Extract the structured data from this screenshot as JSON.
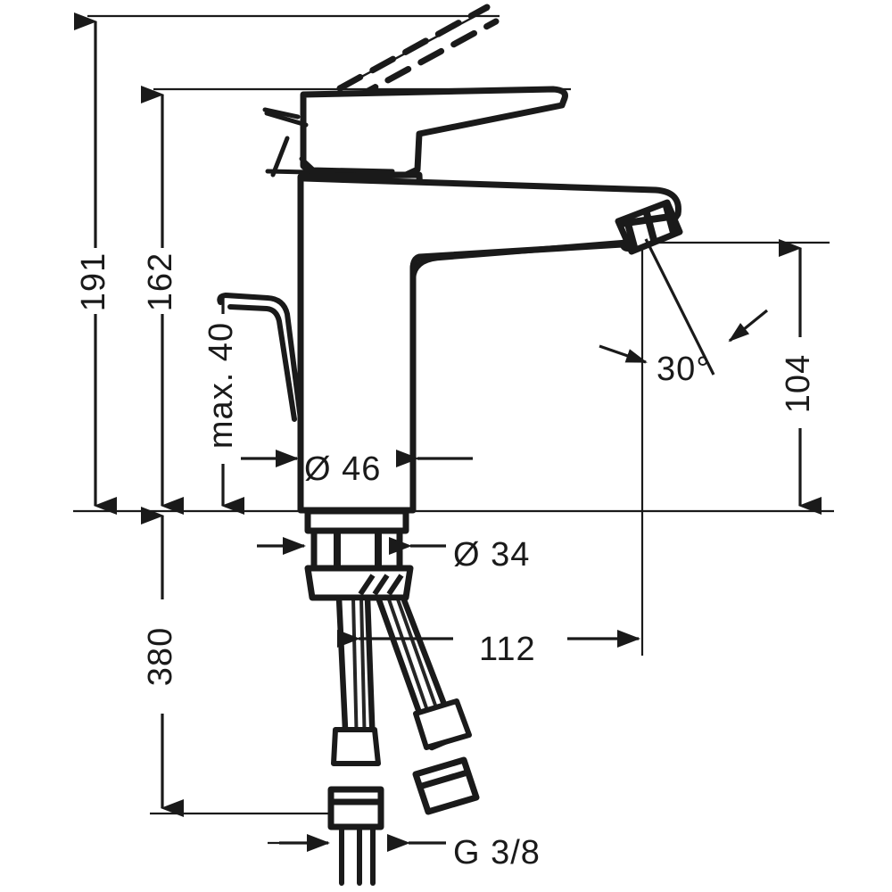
{
  "drawing": {
    "title": "Single lever basin mixer technical dimension drawing",
    "units": "mm",
    "line_color": "#1a1a1a",
    "background_color": "#ffffff",
    "text_color": "#1a1a1a"
  },
  "dimensions": {
    "total_height": {
      "label": "191",
      "orientation": "vertical",
      "position": "left"
    },
    "spout_base_height": {
      "label": "162",
      "orientation": "vertical",
      "position": "left"
    },
    "max_deck_thickness": {
      "label": "max. 40",
      "orientation": "vertical",
      "position": "left"
    },
    "body_diameter": {
      "label": "Ø 46",
      "orientation": "horizontal",
      "position": "center"
    },
    "shank_diameter": {
      "label": "Ø 34",
      "orientation": "horizontal",
      "position": "center-right"
    },
    "spout_height": {
      "label": "104",
      "orientation": "vertical",
      "position": "right"
    },
    "spout_reach": {
      "label": "112",
      "orientation": "horizontal",
      "position": "center-bottom"
    },
    "hose_length": {
      "label": "380",
      "orientation": "vertical",
      "position": "left-bottom"
    },
    "aerator_angle": {
      "label": "30°",
      "orientation": "angular",
      "position": "right-upper"
    },
    "connection_thread": {
      "label": "G 3/8",
      "orientation": "horizontal",
      "position": "bottom"
    }
  },
  "components": [
    {
      "name": "lever-handle",
      "description": "single lever handle shown closed"
    },
    {
      "name": "lever-handle-raised",
      "description": "dashed outline of lever in raised open position"
    },
    {
      "name": "mixer-body",
      "description": "cylindrical mixer body"
    },
    {
      "name": "spout",
      "description": "curved spout with aerator outlet"
    },
    {
      "name": "aerator",
      "description": "hatched aerator at spout tip"
    },
    {
      "name": "pop-up-rod",
      "description": "pop-up waste pull rod"
    },
    {
      "name": "mounting-shank",
      "description": "threaded mounting shank below deck"
    },
    {
      "name": "mounting-washer",
      "description": "base washer and fixing nut"
    },
    {
      "name": "flexible-hose-left",
      "description": "braided flexible supply hose"
    },
    {
      "name": "flexible-hose-right",
      "description": "braided flexible supply hose"
    },
    {
      "name": "hose-nut-left",
      "description": "G 3/8 union nut"
    },
    {
      "name": "hose-nut-right",
      "description": "G 3/8 union nut"
    }
  ]
}
